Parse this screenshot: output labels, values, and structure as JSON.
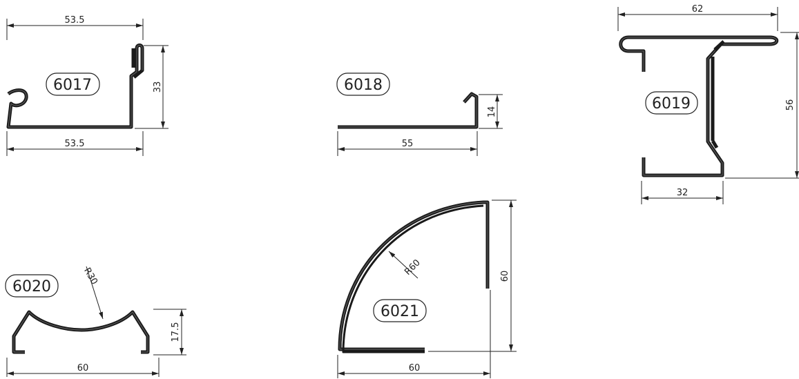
{
  "profiles": {
    "p6017": {
      "label": "6017",
      "width_dim": "53.5",
      "top_dim": "53.5",
      "height_dim": "33"
    },
    "p6018": {
      "label": "6018",
      "width_dim": "55",
      "height_dim": "14"
    },
    "p6019": {
      "label": "6019",
      "top_dim": "62",
      "bottom_dim": "32",
      "height_dim": "56"
    },
    "p6020": {
      "label": "6020",
      "width_dim": "60",
      "height_dim": "17.5",
      "radius_dim": "R30"
    },
    "p6021": {
      "label": "6021",
      "width_dim": "60",
      "height_dim": "60",
      "radius_dim": "R60"
    }
  },
  "colors": {
    "line": "#1a1a1a",
    "background": "#ffffff"
  }
}
